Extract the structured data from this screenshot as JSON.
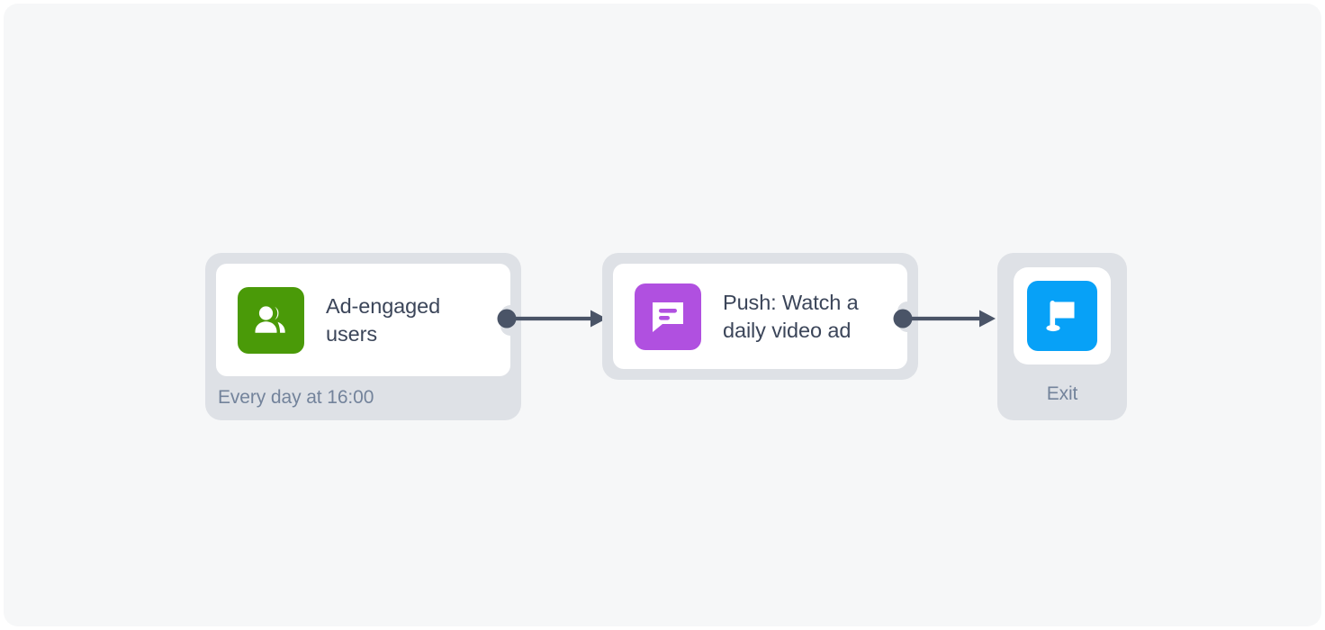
{
  "canvas": {
    "background_color": "#f6f7f8",
    "page_background_color": "#ffffff"
  },
  "flow": {
    "nodes": [
      {
        "id": "trigger",
        "type": "audience-trigger",
        "title": "Ad-engaged users",
        "subtitle": "Every day at 16:00",
        "icon": "people-group-icon",
        "icon_color": "#4a9a08",
        "has_output_port": true
      },
      {
        "id": "push",
        "type": "push-message",
        "title": "Push: Watch a daily video ad",
        "icon": "speech-bubble-icon",
        "icon_color": "#b050e0",
        "has_output_port": true
      },
      {
        "id": "exit",
        "type": "exit",
        "title": "Exit",
        "icon": "flag-icon",
        "icon_color": "#07a1f7",
        "has_output_port": false
      }
    ],
    "connectors": [
      {
        "id": "connector-1",
        "from": "trigger",
        "to": "push",
        "color": "#4a5467"
      },
      {
        "id": "connector-2",
        "from": "push",
        "to": "exit",
        "color": "#4a5467"
      }
    ]
  },
  "colors": {
    "node_wrapper": "#dee1e6",
    "node_card": "#ffffff",
    "title_text": "#3b4559",
    "muted_text": "#73839b",
    "connector": "#4a5467",
    "green": "#4a9a08",
    "purple": "#b050e0",
    "blue": "#07a1f7"
  }
}
